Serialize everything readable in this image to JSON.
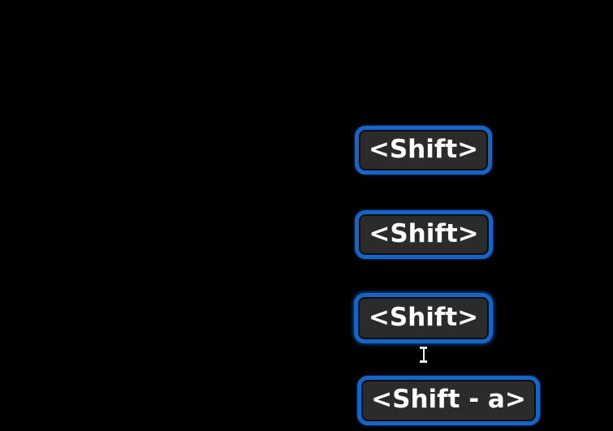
{
  "screen": {
    "background_color": "#000000"
  },
  "colors": {
    "button_border": "#1565c8",
    "button_fill": "#2b2b2b",
    "button_inner_ring": "#0d0d0d",
    "button_text": "#ffffff"
  },
  "buttons": [
    {
      "label": "<Shift>"
    },
    {
      "label": "<Shift>"
    },
    {
      "label": "<Shift>"
    },
    {
      "label": "<Shift - a>"
    }
  ],
  "cursor": {
    "type": "text-ibeam",
    "color": "#f2f2f2"
  }
}
